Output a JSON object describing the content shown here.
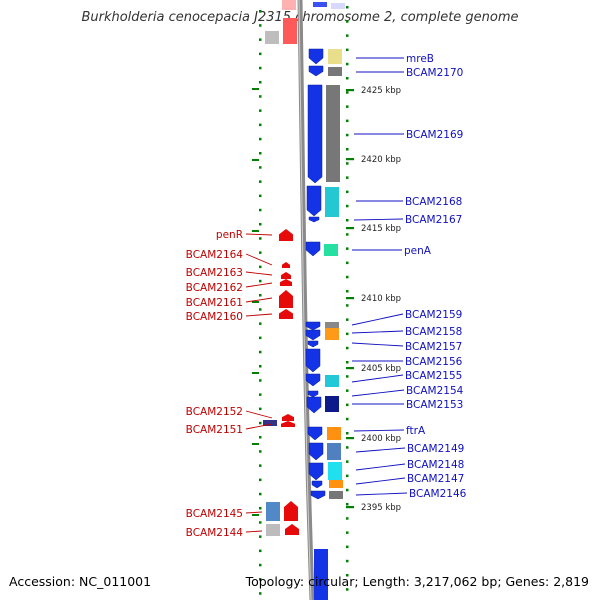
{
  "title": "Burkholderia cenocepacia J2315 chromosome 2, complete genome",
  "footer": {
    "accession_label": "Accession:",
    "accession": "NC_011001",
    "topology_label": "Topology:",
    "topology": "circular",
    "length_label": "Length:",
    "length": "3,217,062 bp",
    "genes_label": "Genes:",
    "genes": "2,819"
  },
  "colors": {
    "forward": "#1533e6",
    "reverse": "#e60a0a",
    "label_forward": "#1010c0",
    "label_reverse": "#c00000",
    "backbone": "#888888",
    "ticks": "#008000"
  },
  "scale_ticks": [
    {
      "kbp": 2425,
      "label": "2425 kbp"
    },
    {
      "kbp": 2420,
      "label": "2420 kbp"
    },
    {
      "kbp": 2415,
      "label": "2415 kbp"
    },
    {
      "kbp": 2410,
      "label": "2410 kbp"
    },
    {
      "kbp": 2405,
      "label": "2405 kbp"
    },
    {
      "kbp": 2400,
      "label": "2400 kbp"
    },
    {
      "kbp": 2395,
      "label": "2395 kbp"
    }
  ],
  "forward_labels": [
    "mreB",
    "BCAM2170",
    "BCAM2169",
    "BCAM2168",
    "BCAM2167",
    "penA",
    "BCAM2159",
    "BCAM2158",
    "BCAM2157",
    "BCAM2156",
    "BCAM2155",
    "BCAM2154",
    "BCAM2153",
    "ftrA",
    "BCAM2149",
    "BCAM2148",
    "BCAM2147",
    "BCAM2146"
  ],
  "reverse_labels": [
    "penR",
    "BCAM2164",
    "BCAM2163",
    "BCAM2162",
    "BCAM2161",
    "BCAM2160",
    "BCAM2152",
    "BCAM2151",
    "BCAM2145",
    "BCAM2144"
  ]
}
